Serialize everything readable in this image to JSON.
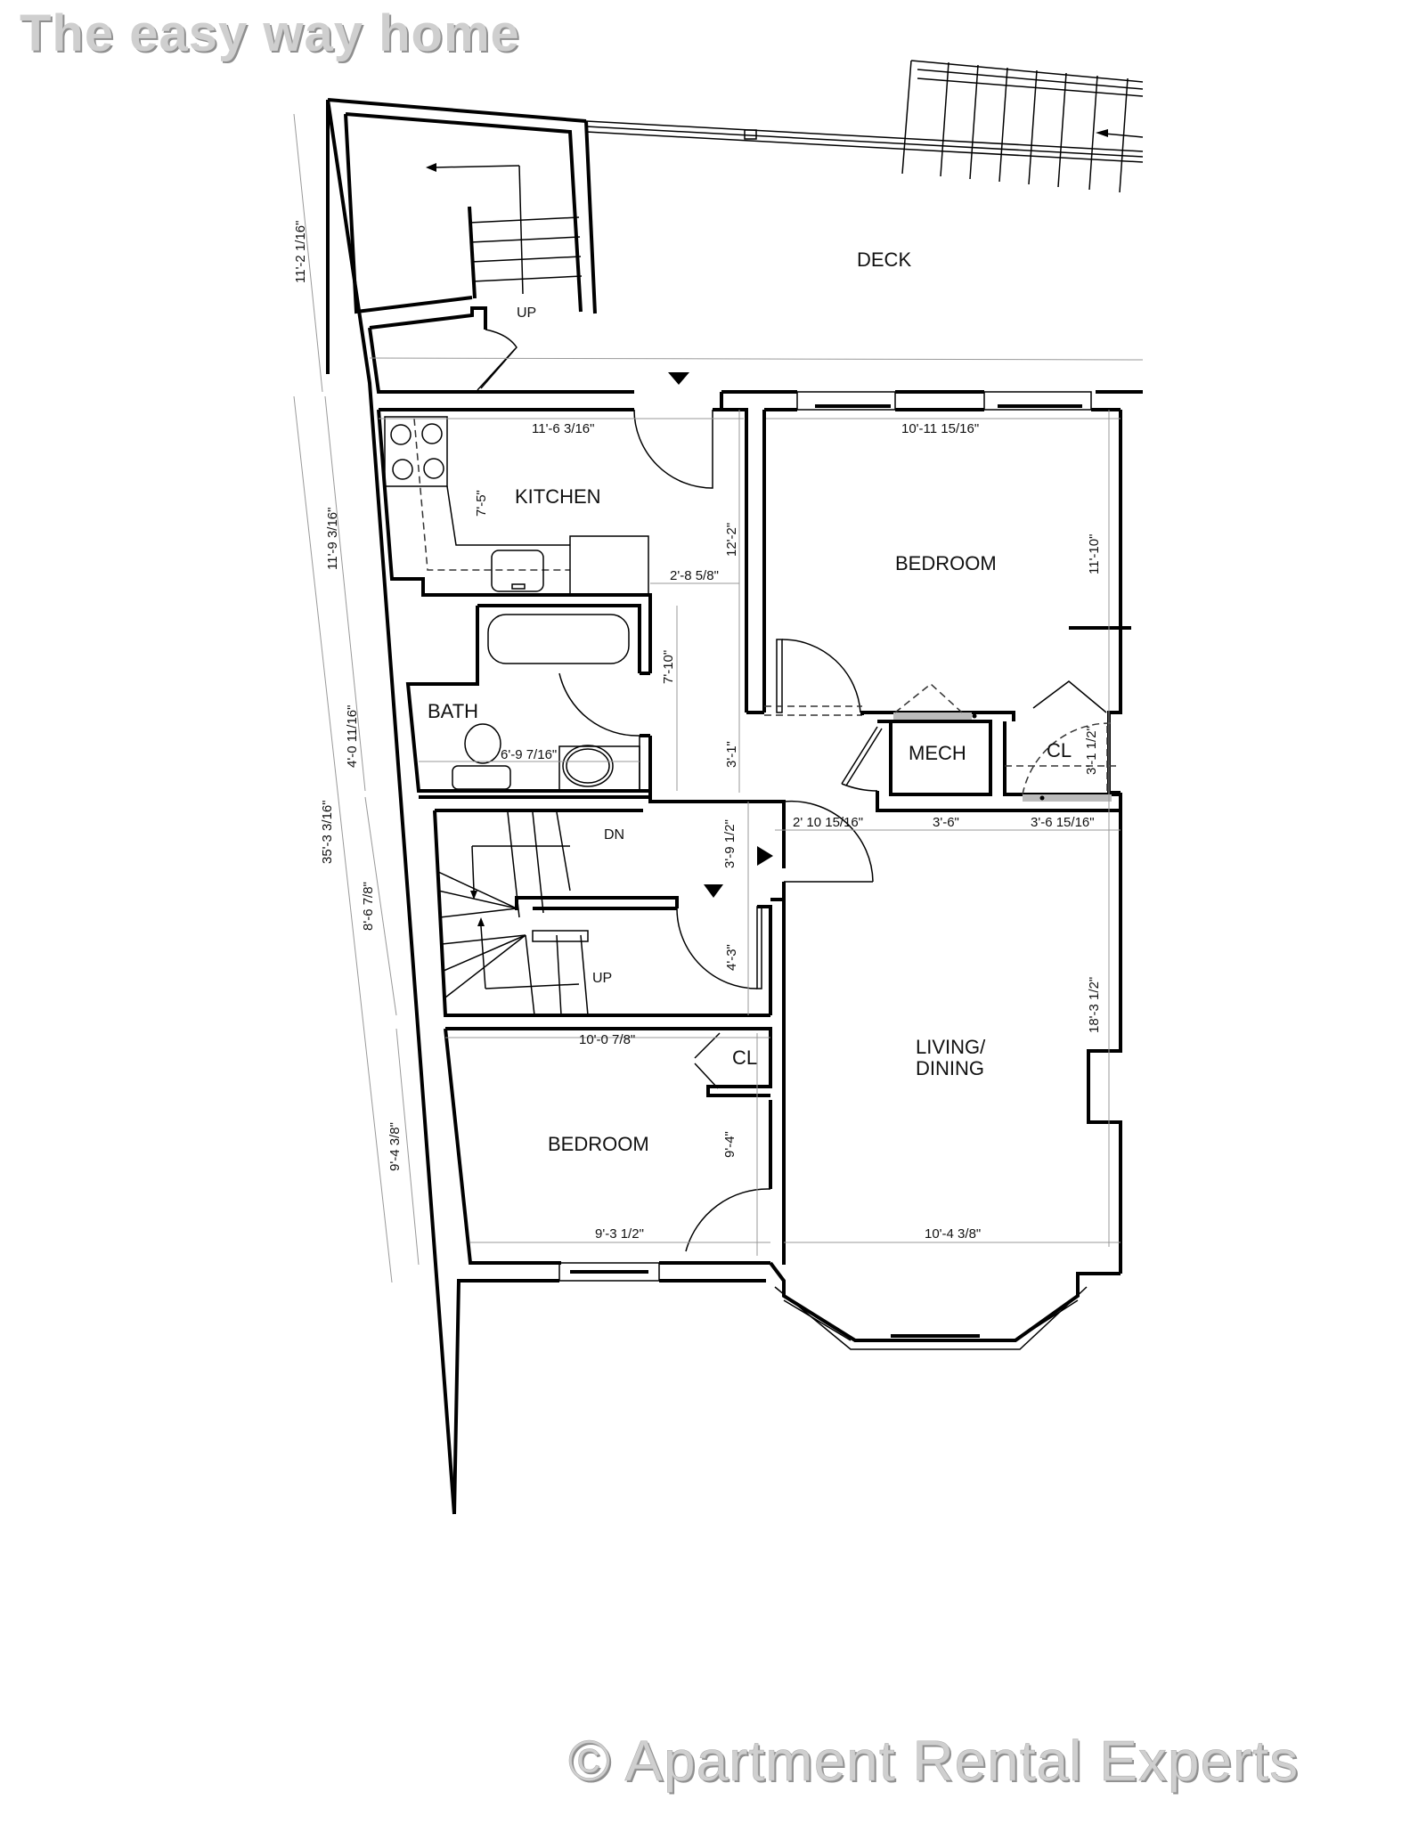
{
  "header": {
    "tagline": "The easy way home"
  },
  "footer": {
    "copyright": "© Apartment Rental Experts"
  },
  "rooms": {
    "deck": "DECK",
    "kitchen": "KITCHEN",
    "bedroom_1": "BEDROOM",
    "bath": "BATH",
    "mech": "MECH",
    "closet_1": "CL",
    "living_1": "LIVING/",
    "living_2": "DINING",
    "bedroom_2": "BEDROOM",
    "closet_2": "CL"
  },
  "stair_labels": {
    "deck_up": "UP",
    "interior_dn": "DN",
    "interior_up": "UP"
  },
  "dimensions": {
    "deck_depth": "11'-2 1/16\"",
    "kitchen_side": "11'-9 3/16\"",
    "bath_side": "4'-0 11/16\"",
    "overall": "35'-3 3/16\"",
    "stair_side": "8'-6 7/8\"",
    "bedroom2_side": "9'-4 3/8\"",
    "kitchen_width": "11'-6 3/16\"",
    "kitchen_counter": "7'-5\"",
    "kitchen_depth": "12'-2\"",
    "kitchen_gap": "2'-8 5/8\"",
    "bedroom1_width": "10'-11 15/16\"",
    "bedroom1_depth": "11'-10\"",
    "bath_width": "6'-9 7/16\"",
    "hall_bath": "7'-10\"",
    "hall_short": "3'-1\"",
    "hall_width": "2' 10 15/16\"",
    "mech_width": "3'-6\"",
    "closet1_width": "3'-6 15/16\"",
    "closet1_depth": "3'-1 1/2\"",
    "entry_depth": "3'-9 1/2\"",
    "entry_door": "4'-3\"",
    "living_depth": "18'-3 1/2\"",
    "bedroom2_top": "10'-0 7/8\"",
    "bedroom2_depth": "9'-4\"",
    "bedroom2_bottom": "9'-3 1/2\"",
    "living_width": "10'-4 3/8\""
  }
}
